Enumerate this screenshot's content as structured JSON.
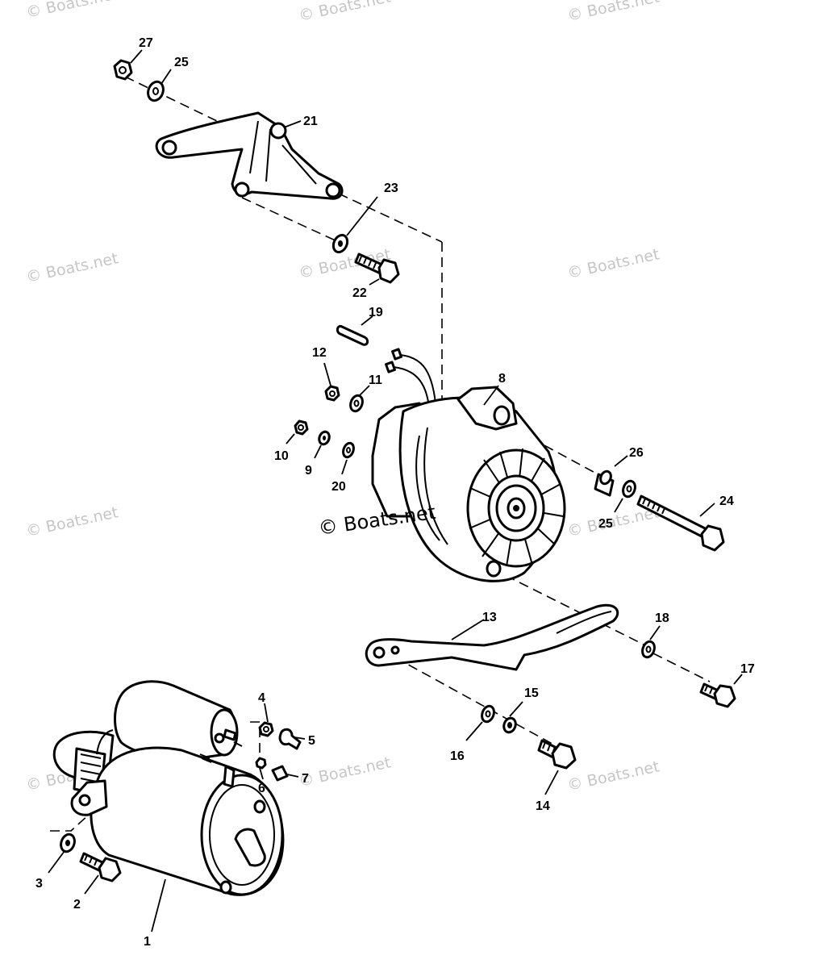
{
  "watermarks": {
    "small": "© Boats.net",
    "main": "© Boats.net"
  },
  "parts": {
    "p1": "1",
    "p2": "2",
    "p3": "3",
    "p4": "4",
    "p5": "5",
    "p6": "6",
    "p7": "7",
    "p8": "8",
    "p9": "9",
    "p10": "10",
    "p11": "11",
    "p12": "12",
    "p13": "13",
    "p14": "14",
    "p15": "15",
    "p16": "16",
    "p17": "17",
    "p18": "18",
    "p19": "19",
    "p20": "20",
    "p21": "21",
    "p22": "22",
    "p23": "23",
    "p24": "24",
    "p25a": "25",
    "p25b": "25",
    "p26": "26",
    "p27": "27"
  },
  "colors": {
    "ink": "#000000",
    "watermark": "#c6c6c6",
    "background": "#ffffff"
  }
}
